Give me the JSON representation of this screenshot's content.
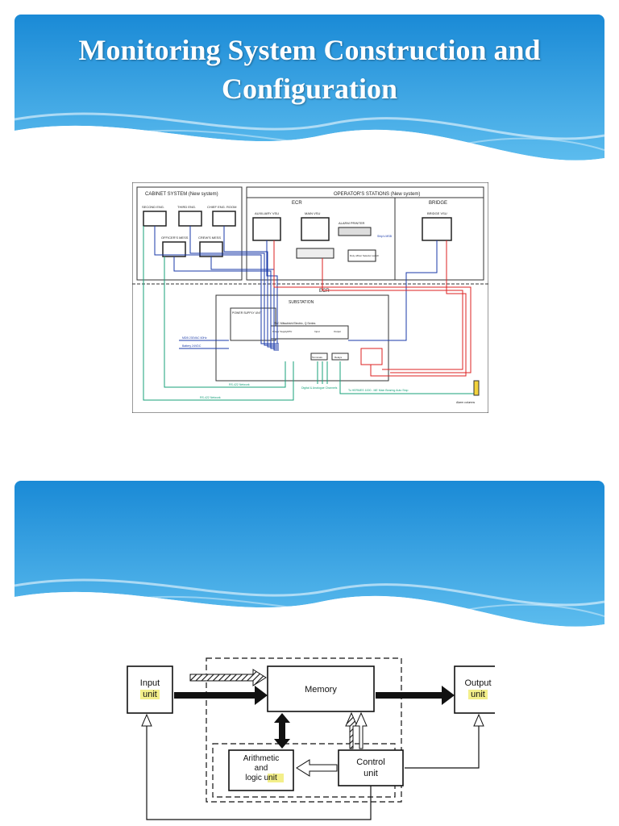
{
  "slide1": {
    "title": "Monitoring System Construction and Configuration",
    "diagram": {
      "cabinet_title": "CABINET SYSTEM (New system)",
      "operator_title": "OPERATOR'S STATIONS (New system)",
      "ecr_label": "ECR",
      "bridge_label": "BRIDGE",
      "second_eng": "SECOND ENG.",
      "third_eng": "THIRD ENG.",
      "chief_eng": "CHIEF ENG. ROOM",
      "officers_mess": "OFFICER'S MESS",
      "crews_mess": "CREW'S MESS",
      "auxiliary_vsu": "AUXILIARY VSU",
      "main_vsu": "MAIN VSU",
      "alarm_printer": "ALARM PRINTER",
      "bridge_vsu": "BRIDGE VSU",
      "duty_officer": "Duty officer Selector switch",
      "ecr_lower": "ECR",
      "substation": "SUBSTATION",
      "power_supply": "POWER SUPPLY UNIT",
      "plc": "PLC Mitsubishi Electric, Q Series",
      "power_supply_small": "Power Supply",
      "cpu": "CPU",
      "input": "Input",
      "output": "Output",
      "terminals": "Terminals",
      "relays": "Relays",
      "rs422_1": "RS-422 Network",
      "rs422_2": "RS-422 Network",
      "digital_analog": "Digital & Analogue Channels",
      "hermes": "To HERMES 1000 - ME Main Bearing Auto Stop",
      "alarm_columns": "Alarm columns",
      "mdb": "MDB 230VAC 60Hz",
      "battery": "Battery 24VDC",
      "ships_msb": "Ship's MSB"
    }
  },
  "slide2": {
    "diagram": {
      "input_unit": [
        "Input",
        "unit"
      ],
      "output_unit": [
        "Output",
        "unit"
      ],
      "memory": "Memory",
      "alu": [
        "Arithmetic",
        "and",
        "logic unit"
      ],
      "control_unit": [
        "Control",
        "unit"
      ]
    }
  },
  "colors": {
    "banner_top": "#1f8fd8",
    "banner_bottom": "#6cc3f0",
    "highlight": "#f3ef8a"
  }
}
